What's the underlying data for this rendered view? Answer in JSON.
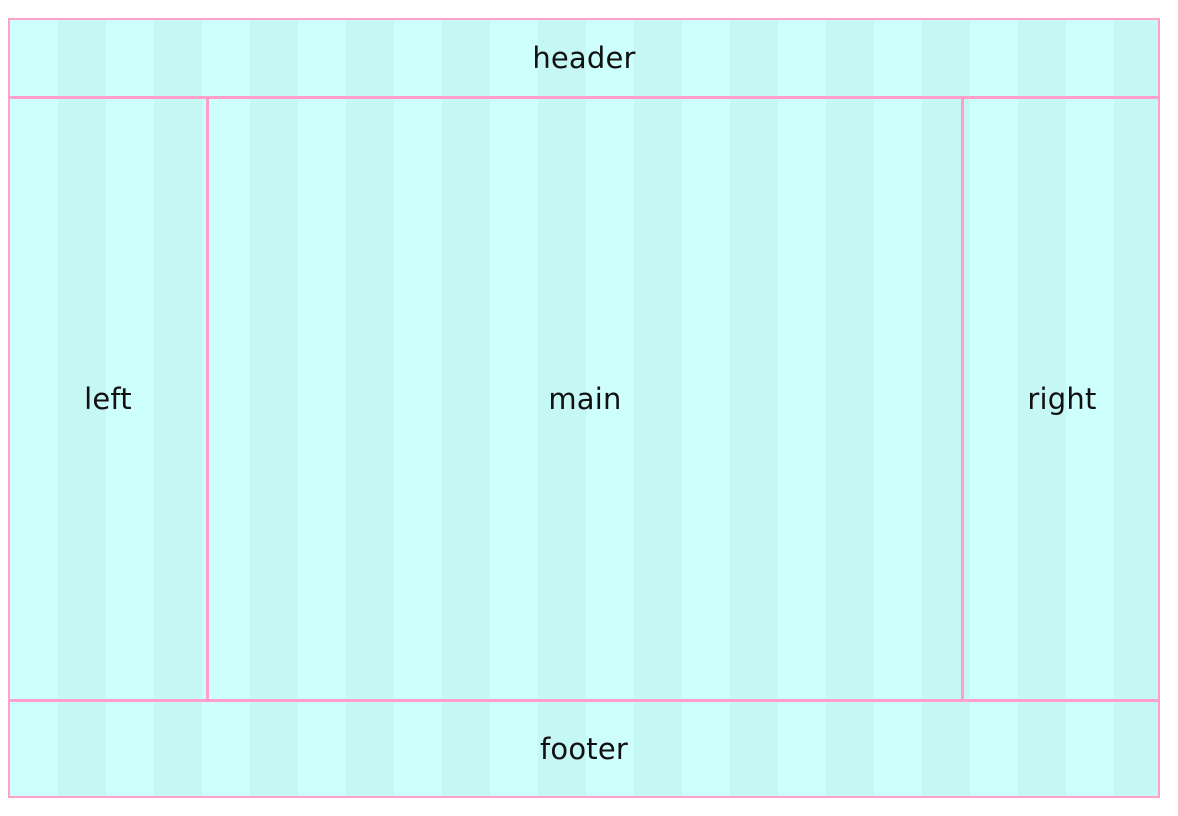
{
  "regions": {
    "header": "header",
    "left": "left",
    "main": "main",
    "right": "right",
    "footer": "footer"
  },
  "colors": {
    "border": "#ff9fca",
    "fill_light": "#cdfffc",
    "fill_dark": "#c5f7f5",
    "text": "#111111"
  }
}
